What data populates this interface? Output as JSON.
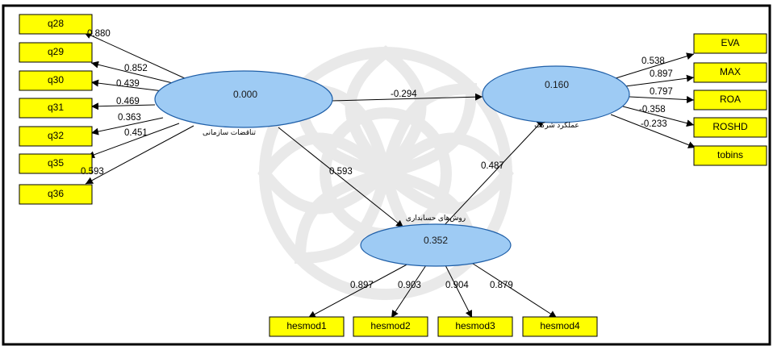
{
  "latent": {
    "org_contradictions": {
      "value": "0.000",
      "label": "تناقضات سازمانی"
    },
    "firm_performance": {
      "value": "0.160",
      "label": "عملکرد شرکت"
    },
    "accounting_methods": {
      "value": "0.352",
      "label": "روش‌های حسابداری"
    }
  },
  "left_indicators": [
    {
      "name": "q28",
      "loading": "0.880"
    },
    {
      "name": "q29",
      "loading": "0.852"
    },
    {
      "name": "q30",
      "loading": "0.439"
    },
    {
      "name": "q31",
      "loading": "0.469"
    },
    {
      "name": "q32",
      "loading": "0.363"
    },
    {
      "name": "q35",
      "loading": "0.451"
    },
    {
      "name": "q36",
      "loading": "0.593"
    }
  ],
  "right_indicators": [
    {
      "name": "EVA",
      "loading": "0.538"
    },
    {
      "name": "MAX",
      "loading": "0.897"
    },
    {
      "name": "ROA",
      "loading": "0.797"
    },
    {
      "name": "ROSHD",
      "loading": "-0.358"
    },
    {
      "name": "tobins",
      "loading": "-0.233"
    }
  ],
  "bottom_indicators": [
    {
      "name": "hesmod1",
      "loading": "0.897"
    },
    {
      "name": "hesmod2",
      "loading": "0.903"
    },
    {
      "name": "hesmod3",
      "loading": "0.904"
    },
    {
      "name": "hesmod4",
      "loading": "0.879"
    }
  ],
  "paths": {
    "org_to_perf": "-0.294",
    "org_to_acc": "0.593",
    "acc_to_perf": "0.487"
  }
}
